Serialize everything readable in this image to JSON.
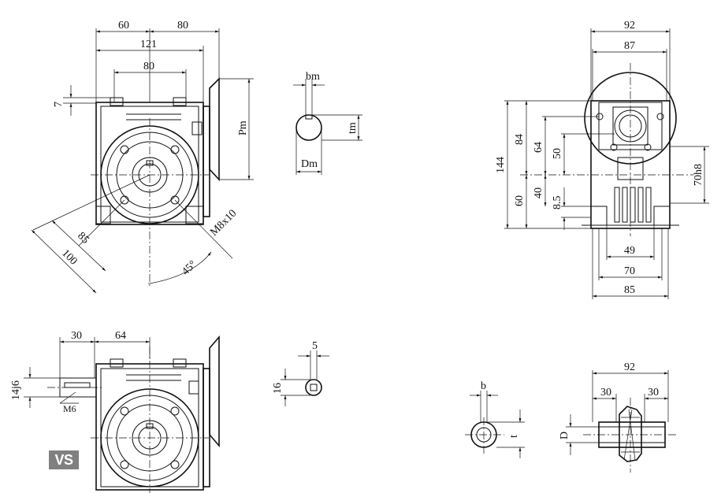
{
  "logo": {
    "text": "VS"
  },
  "top_left_view": {
    "dims": {
      "d60": "60",
      "d80_top": "80",
      "d121": "121",
      "d80_inner": "80",
      "d7": "7",
      "pm": "Pm",
      "d85": "85",
      "d100": "100",
      "m8x10": "M8x10",
      "angle45": "45°"
    }
  },
  "key_detail_top": {
    "dims": {
      "bm": "bm",
      "tm": "tm",
      "dm": "Dm"
    }
  },
  "right_view": {
    "dims": {
      "d92": "92",
      "d87": "87",
      "d144": "144",
      "d84": "84",
      "d64": "64",
      "d50": "50",
      "d60": "60",
      "d40": "40",
      "d8_5": "8.5",
      "d70h8": "70h8",
      "d49": "49",
      "d70": "70",
      "d85": "85"
    }
  },
  "bottom_left_view": {
    "dims": {
      "d30": "30",
      "d64": "64",
      "d14j6": "14j6",
      "m6": "M6"
    }
  },
  "key_detail_bottom": {
    "dims": {
      "d5": "5",
      "d16": "16"
    }
  },
  "key_detail_hollow": {
    "dims": {
      "b": "b",
      "t": "t"
    }
  },
  "hollow_shaft": {
    "dims": {
      "d92": "92",
      "d30_left": "30",
      "d30_right": "30",
      "d": "D"
    }
  }
}
